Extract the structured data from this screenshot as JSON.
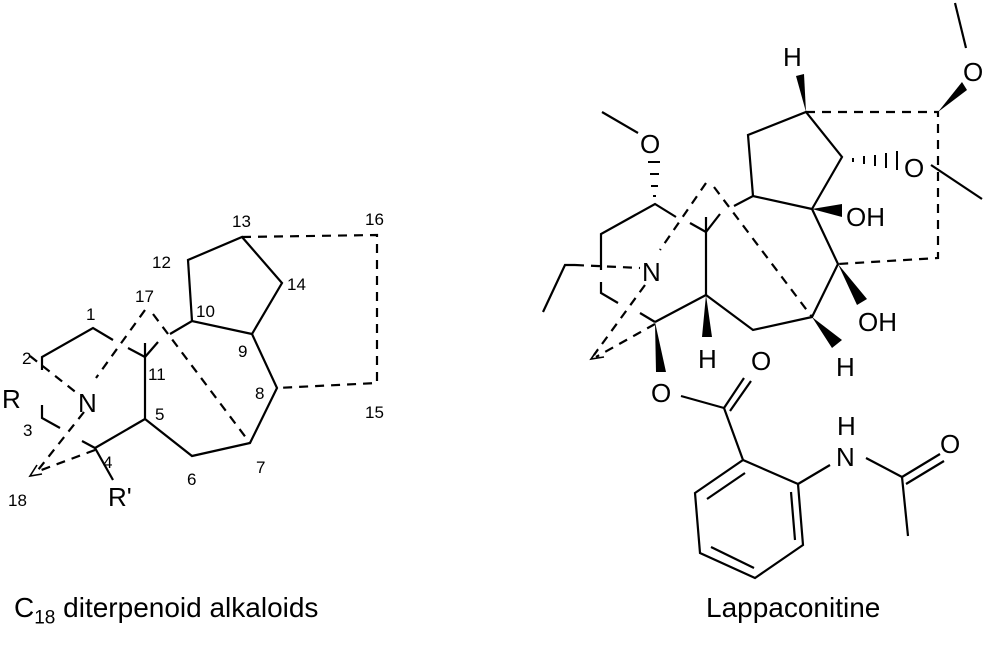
{
  "left_structure": {
    "caption_prefix": "C",
    "caption_sub": "18",
    "caption_rest": " diterpenoid alkaloids",
    "atoms": {
      "N": "N",
      "R": "R",
      "Rp": "R'",
      "n1": "1",
      "n2": "2",
      "n3": "3",
      "n4": "4",
      "n5": "5",
      "n6": "6",
      "n7": "7",
      "n8": "8",
      "n9": "9",
      "n10": "10",
      "n11": "11",
      "n12": "12",
      "n13": "13",
      "n14": "14",
      "n15": "15",
      "n16": "16",
      "n17": "17",
      "n18": "18"
    }
  },
  "right_structure": {
    "caption": "Lappaconitine",
    "atoms": {
      "N": "N",
      "O_methoxy_left": "O",
      "O_methoxy_top": "O",
      "O_ring": "O",
      "OH_upper": "OH",
      "OH_lower": "OH",
      "H_top": "H",
      "H_mid": "H",
      "H_right": "H",
      "O_ester": "O",
      "O_carbonyl": "O",
      "NH_H": "H",
      "NH_N": "N",
      "O_amide": "O"
    }
  }
}
